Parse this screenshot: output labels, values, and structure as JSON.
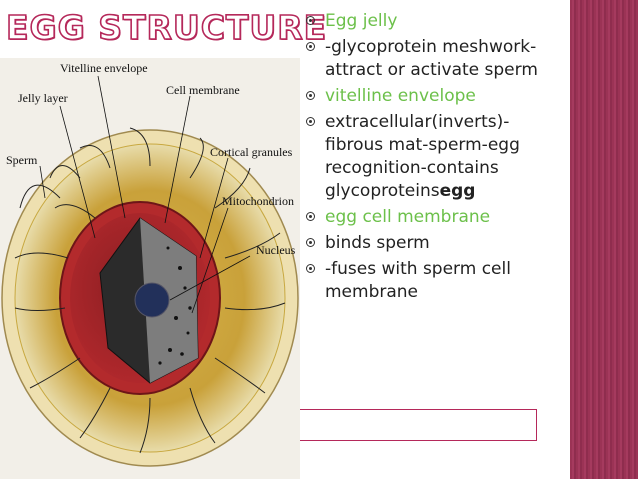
{
  "slide": {
    "title": "EGG STRUCTURE",
    "accent_color": "#b5285a",
    "highlight_color": "#6cc04a"
  },
  "figure": {
    "labels": {
      "vitelline_envelope": "Vitelline envelope",
      "jelly_layer": "Jelly layer",
      "cell_membrane": "Cell membrane",
      "sperm": "Sperm",
      "cortical_granules": "Cortical granules",
      "mitochondrion": "Mitochondrion",
      "nucleus": "Nucleus"
    }
  },
  "bullets": [
    {
      "text": "Egg jelly"
    },
    {
      "text": "-glycoprotein meshwork-attract or activate sperm"
    },
    {
      "text": "vitelline envelope"
    },
    {
      "text": "extracellular(inverts)-fibrous mat-sperm-egg recognition-contains glycoproteins",
      "bold_suffix": "egg"
    },
    {
      "text": "egg cell membrane"
    },
    {
      "text": "binds sperm"
    },
    {
      "text": "-fuses with sperm cell membrane"
    }
  ]
}
